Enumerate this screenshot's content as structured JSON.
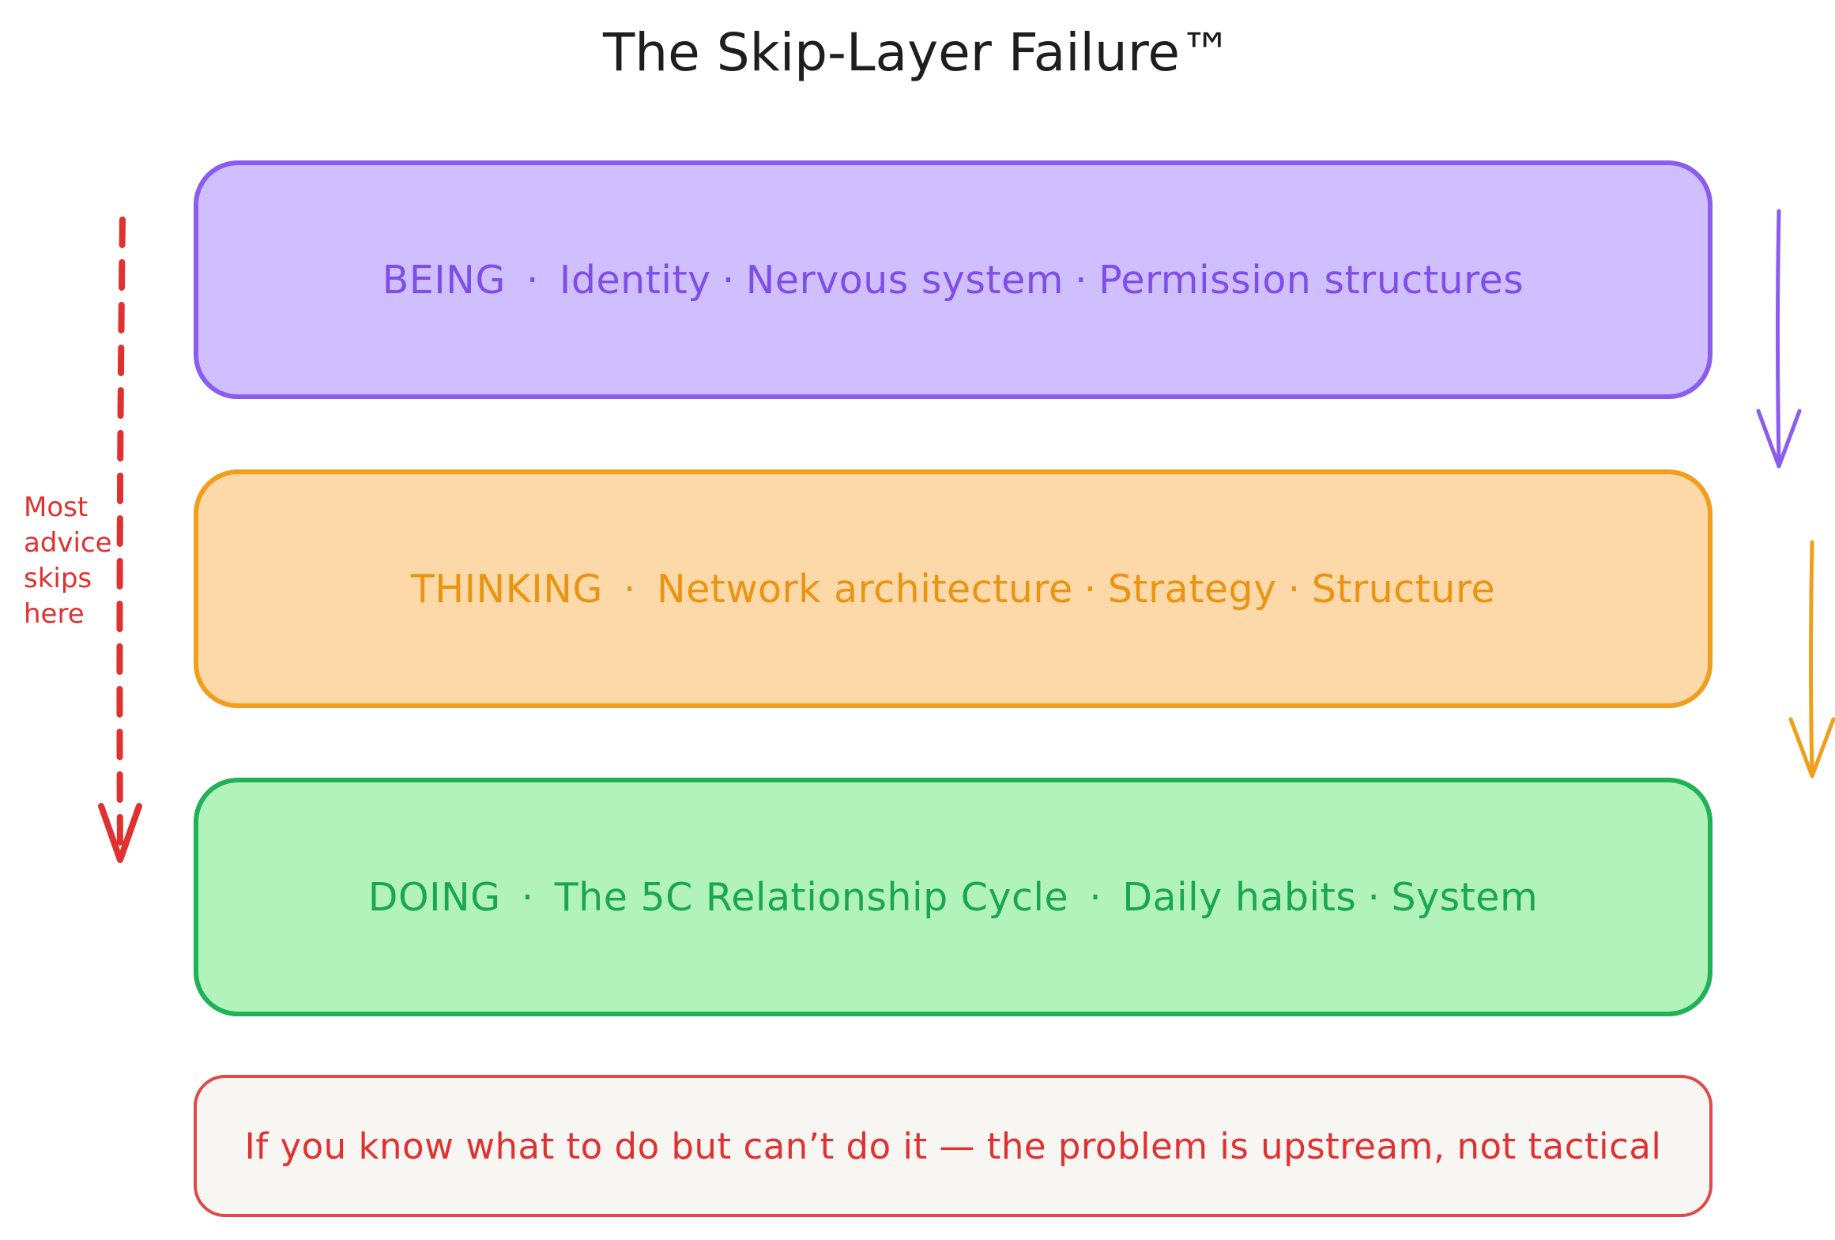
{
  "title": "The Skip-Layer Failure™",
  "layers": [
    {
      "name": "BEING",
      "items": [
        "Identity",
        "Nervous system",
        "Permission structures"
      ]
    },
    {
      "name": "THINKING",
      "items": [
        "Network architecture",
        "Strategy",
        "Structure"
      ]
    },
    {
      "name": "DOING",
      "items": [
        "The 5C Relationship Cycle",
        "Daily habits",
        "System"
      ]
    }
  ],
  "side_note": [
    "Most",
    "advice",
    "skips",
    "here"
  ],
  "upstream_note": "If you know what to do but can’t do it — the problem is upstream, not tactical",
  "colors": {
    "being": "#8b5cf0",
    "thinking": "#f19e1c",
    "doing": "#1fb256",
    "alert": "#e03131"
  }
}
